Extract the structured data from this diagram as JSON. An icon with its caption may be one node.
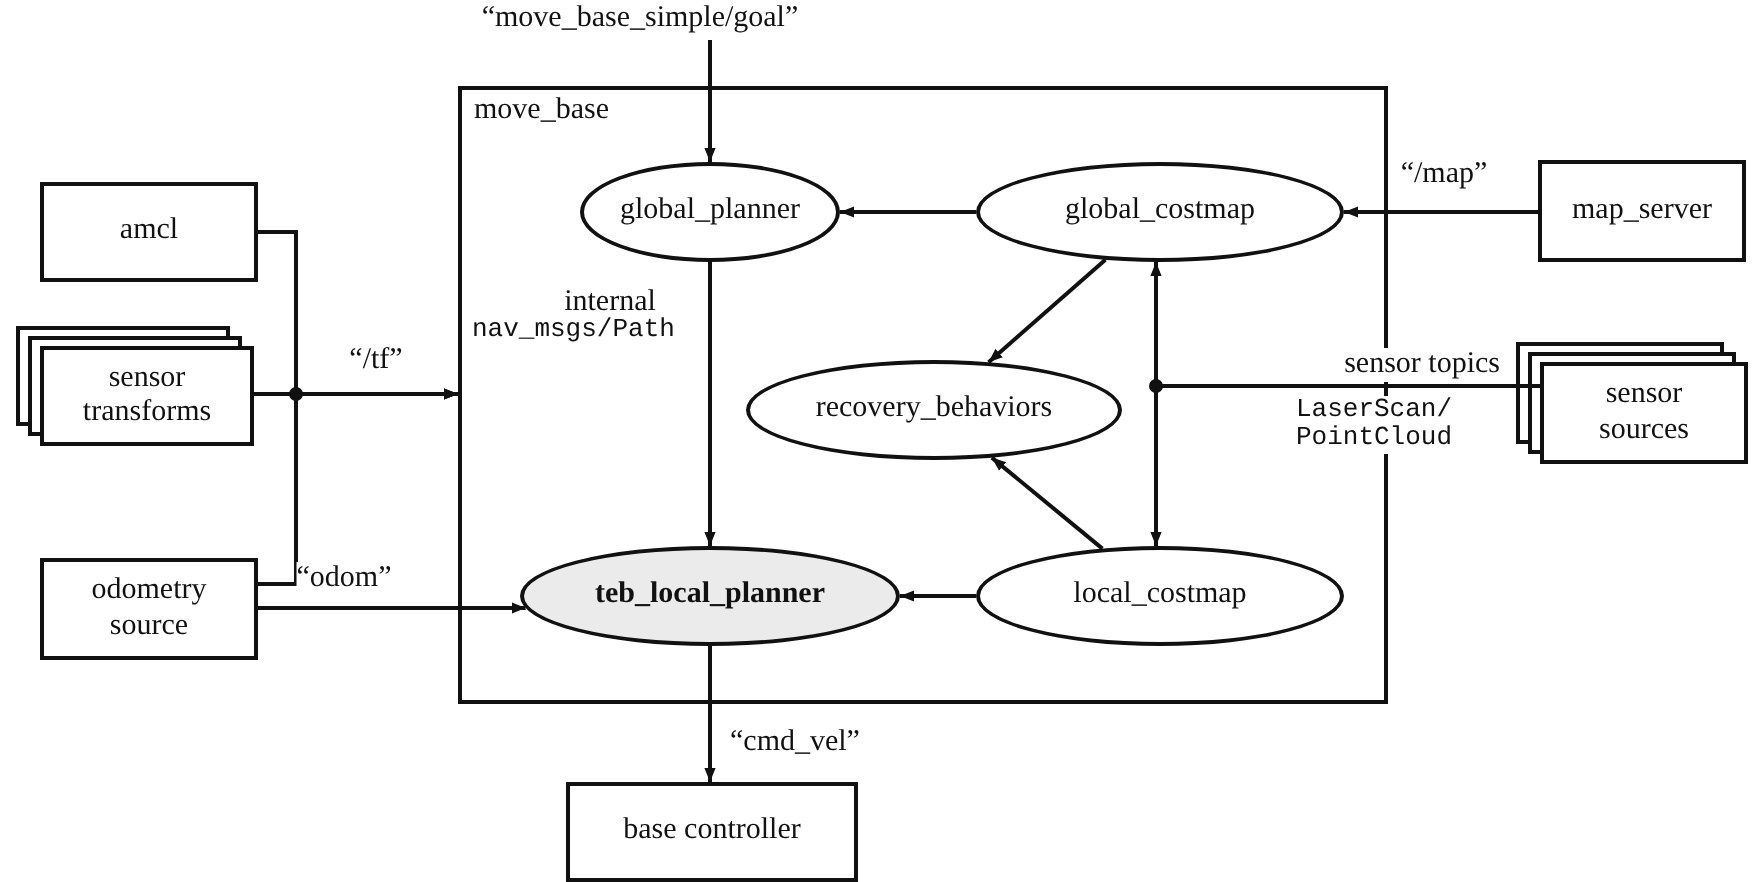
{
  "diagram": {
    "nodes": [
      {
        "text": [
          "move_base"
        ]
      },
      {
        "text": [
          "global_planner"
        ],
        "in": 0
      },
      {
        "text": [
          "global_costmap"
        ],
        "in": 0
      },
      {
        "text": [
          "recovery_behaviors"
        ],
        "in": 0
      },
      {
        "text": [
          "teb_local_planner"
        ],
        "in": 0
      },
      {
        "text": [
          "local_costmap"
        ],
        "in": 0
      },
      {
        "text": [
          "amcl"
        ]
      },
      {
        "text": [
          "sensor transforms"
        ]
      },
      {
        "text": [
          "odometry source"
        ]
      },
      {
        "text": [
          "map_server"
        ]
      },
      {
        "text": [
          "sensor sources"
        ]
      },
      {
        "text": [
          "base controller"
        ]
      }
    ],
    "edges": [
      {
        "from": null,
        "to": 1,
        "arrow": "to",
        "label": "“move_base_simple/goal”"
      },
      {
        "from": 2,
        "to": 1,
        "arrow": "to"
      },
      {
        "from": 9,
        "to": 2,
        "arrow": "to",
        "label": "“/map”"
      },
      {
        "from": 2,
        "to": 3,
        "arrow": "to"
      },
      {
        "from": 10,
        "to": 2,
        "arrow": "to"
      },
      {
        "from": 10,
        "to": 5,
        "arrow": "to"
      },
      {
        "from": 5,
        "to": 3,
        "arrow": "to"
      },
      {
        "from": 5,
        "to": 4,
        "arrow": "to"
      },
      {
        "from": 1,
        "to": 4,
        "arrow": "to"
      },
      {
        "from": 6,
        "to": 0,
        "arrow": "to"
      },
      {
        "from": 7,
        "to": 0,
        "arrow": "to",
        "label": "“/tf”"
      },
      {
        "from": 8,
        "to": 0,
        "arrow": "to"
      },
      {
        "from": 8,
        "to": 4,
        "arrow": "to",
        "label": "“odom”"
      },
      {
        "from": 4,
        "to": 11,
        "arrow": "to",
        "label": "“cmd_vel”"
      }
    ],
    "labels": [
      "internal",
      "nav_msgs/Path",
      "sensor topics",
      "LaserScan/ PointCloud"
    ]
  }
}
